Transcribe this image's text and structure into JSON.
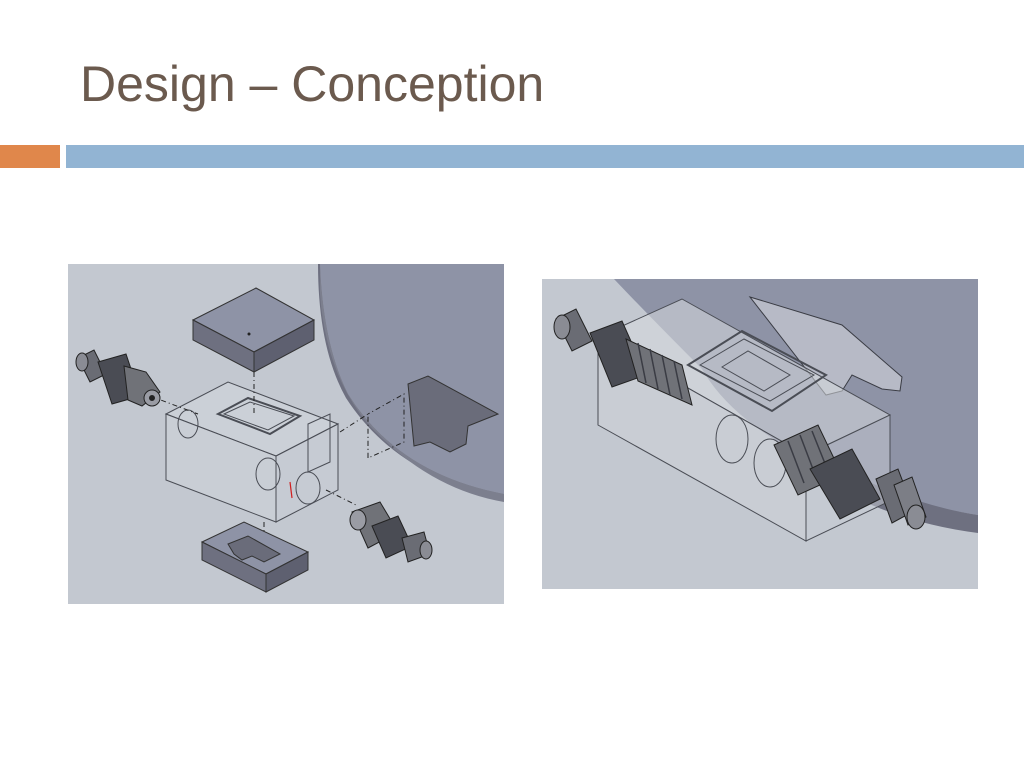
{
  "slide": {
    "title": "Design – Conception",
    "colors": {
      "title": "#6b5a4e",
      "accent_orange": "#e0874b",
      "accent_blue": "#92b4d3",
      "render_background": "#c3c8d0",
      "part_gray": "#6e7080",
      "plate_top": "#8e93a6",
      "steel": "#5d5f66"
    }
  },
  "figures": {
    "exploded_view": {
      "icon": "cad-exploded-assembly"
    },
    "assembled_view": {
      "icon": "cad-assembled-view"
    }
  }
}
